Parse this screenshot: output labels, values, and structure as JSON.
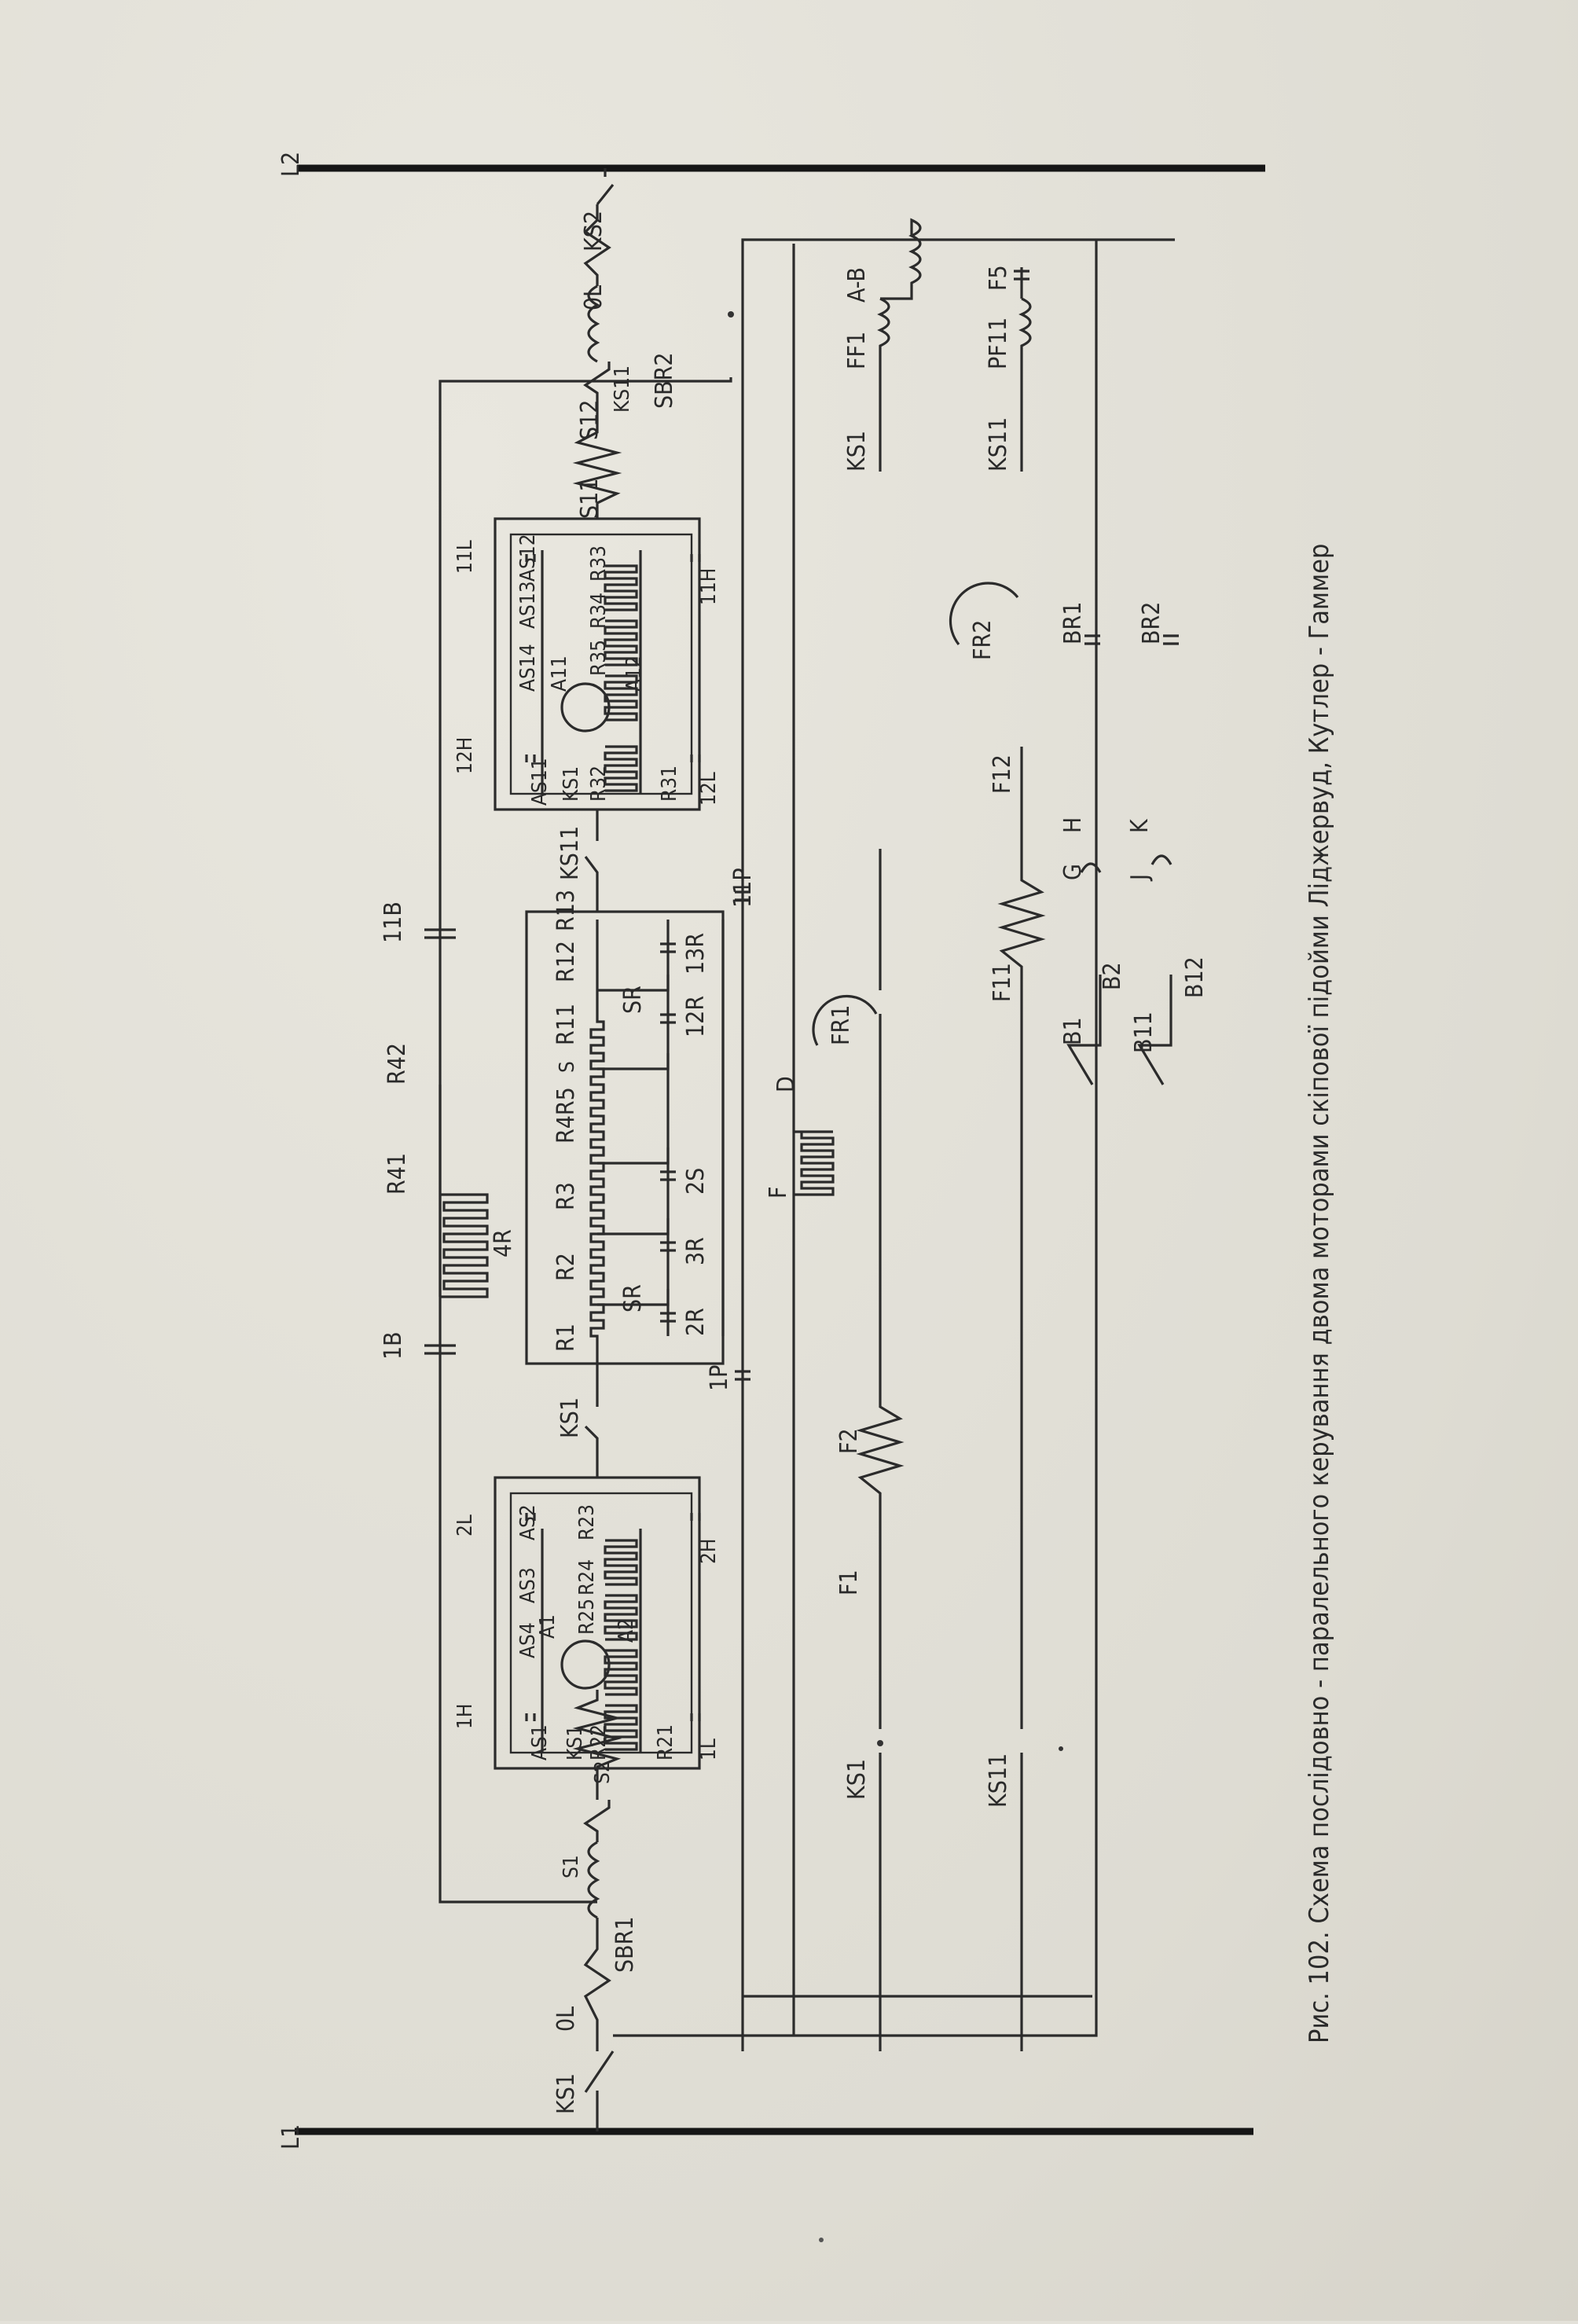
{
  "caption": "Рис. 102. Схема послідовно - паралельного керування двома моторами скіпової підойми Ліджервуд, Кутлер - Гаммер",
  "bus": {
    "left": "L1",
    "right": "L2"
  },
  "labels": {
    "KS1_main": "KS1",
    "OL_left": "0L",
    "SBR1": "SBR1",
    "S1": "S1",
    "S2": "S2",
    "B1_res": "1B",
    "B11_res": "11B",
    "R41": "R41",
    "R42": "R42",
    "R4": "4R",
    "R1": "R1",
    "R2": "R2",
    "R3": "R3",
    "R4R5": "R4R5",
    "S": "S",
    "R11": "R11",
    "R12": "R12",
    "R13": "R13",
    "SR_left": "SR",
    "SR_right": "SR",
    "c2R": "2R",
    "c3R": "3R",
    "c2S": "2S",
    "c12R": "12R",
    "c13R": "13R",
    "KS1_mid": "KS1",
    "KS11_mid": "KS11",
    "P1": "1P",
    "P11": "11P",
    "F": "F",
    "D": "D",
    "FR1": "FR1",
    "FR2": "FR2",
    "F1": "F1",
    "F2": "F2",
    "F11": "F11",
    "F12": "F12",
    "KS1_low": "KS1",
    "KS11_low": "KS11",
    "KS1_top": "KS1",
    "KS11_top": "KS11",
    "FF1": "FF1",
    "PF11": "PF11",
    "AB": "A-B",
    "F5": "F5",
    "B1": "B1",
    "B2": "B2",
    "B11": "B11",
    "B12": "B12",
    "G": "G",
    "H": "H",
    "J": "J",
    "K": "K",
    "BR1": "BR1",
    "BR2": "BR2",
    "S11": "S11",
    "S12": "S12",
    "KS11_sm": "KS11",
    "SBR2": "SBR2",
    "OL_right": "0L",
    "KS2": "KS2",
    "m1": {
      "H1": "1H",
      "L2": "2L",
      "L1": "1L",
      "H2": "2H",
      "AS1": "AS1",
      "AS4": "AS4",
      "AS3": "AS3",
      "AS2": "AS2",
      "A1": "A1",
      "A2": "A2",
      "R25": "R25",
      "R24": "R24",
      "R23": "R23",
      "R21": "R21",
      "R22": "R22",
      "KS1": "KS1"
    },
    "m2": {
      "H12": "12H",
      "L11": "11L",
      "L12": "12L",
      "H11": "11H",
      "AS11": "AS11",
      "AS14": "AS14",
      "AS13": "AS13",
      "AS12": "AS12",
      "A11": "A11",
      "A12": "A12",
      "R35": "R35",
      "R34": "R34",
      "R33": "R33",
      "R32": "R32",
      "R31": "R31",
      "KS1": "KS1"
    }
  }
}
